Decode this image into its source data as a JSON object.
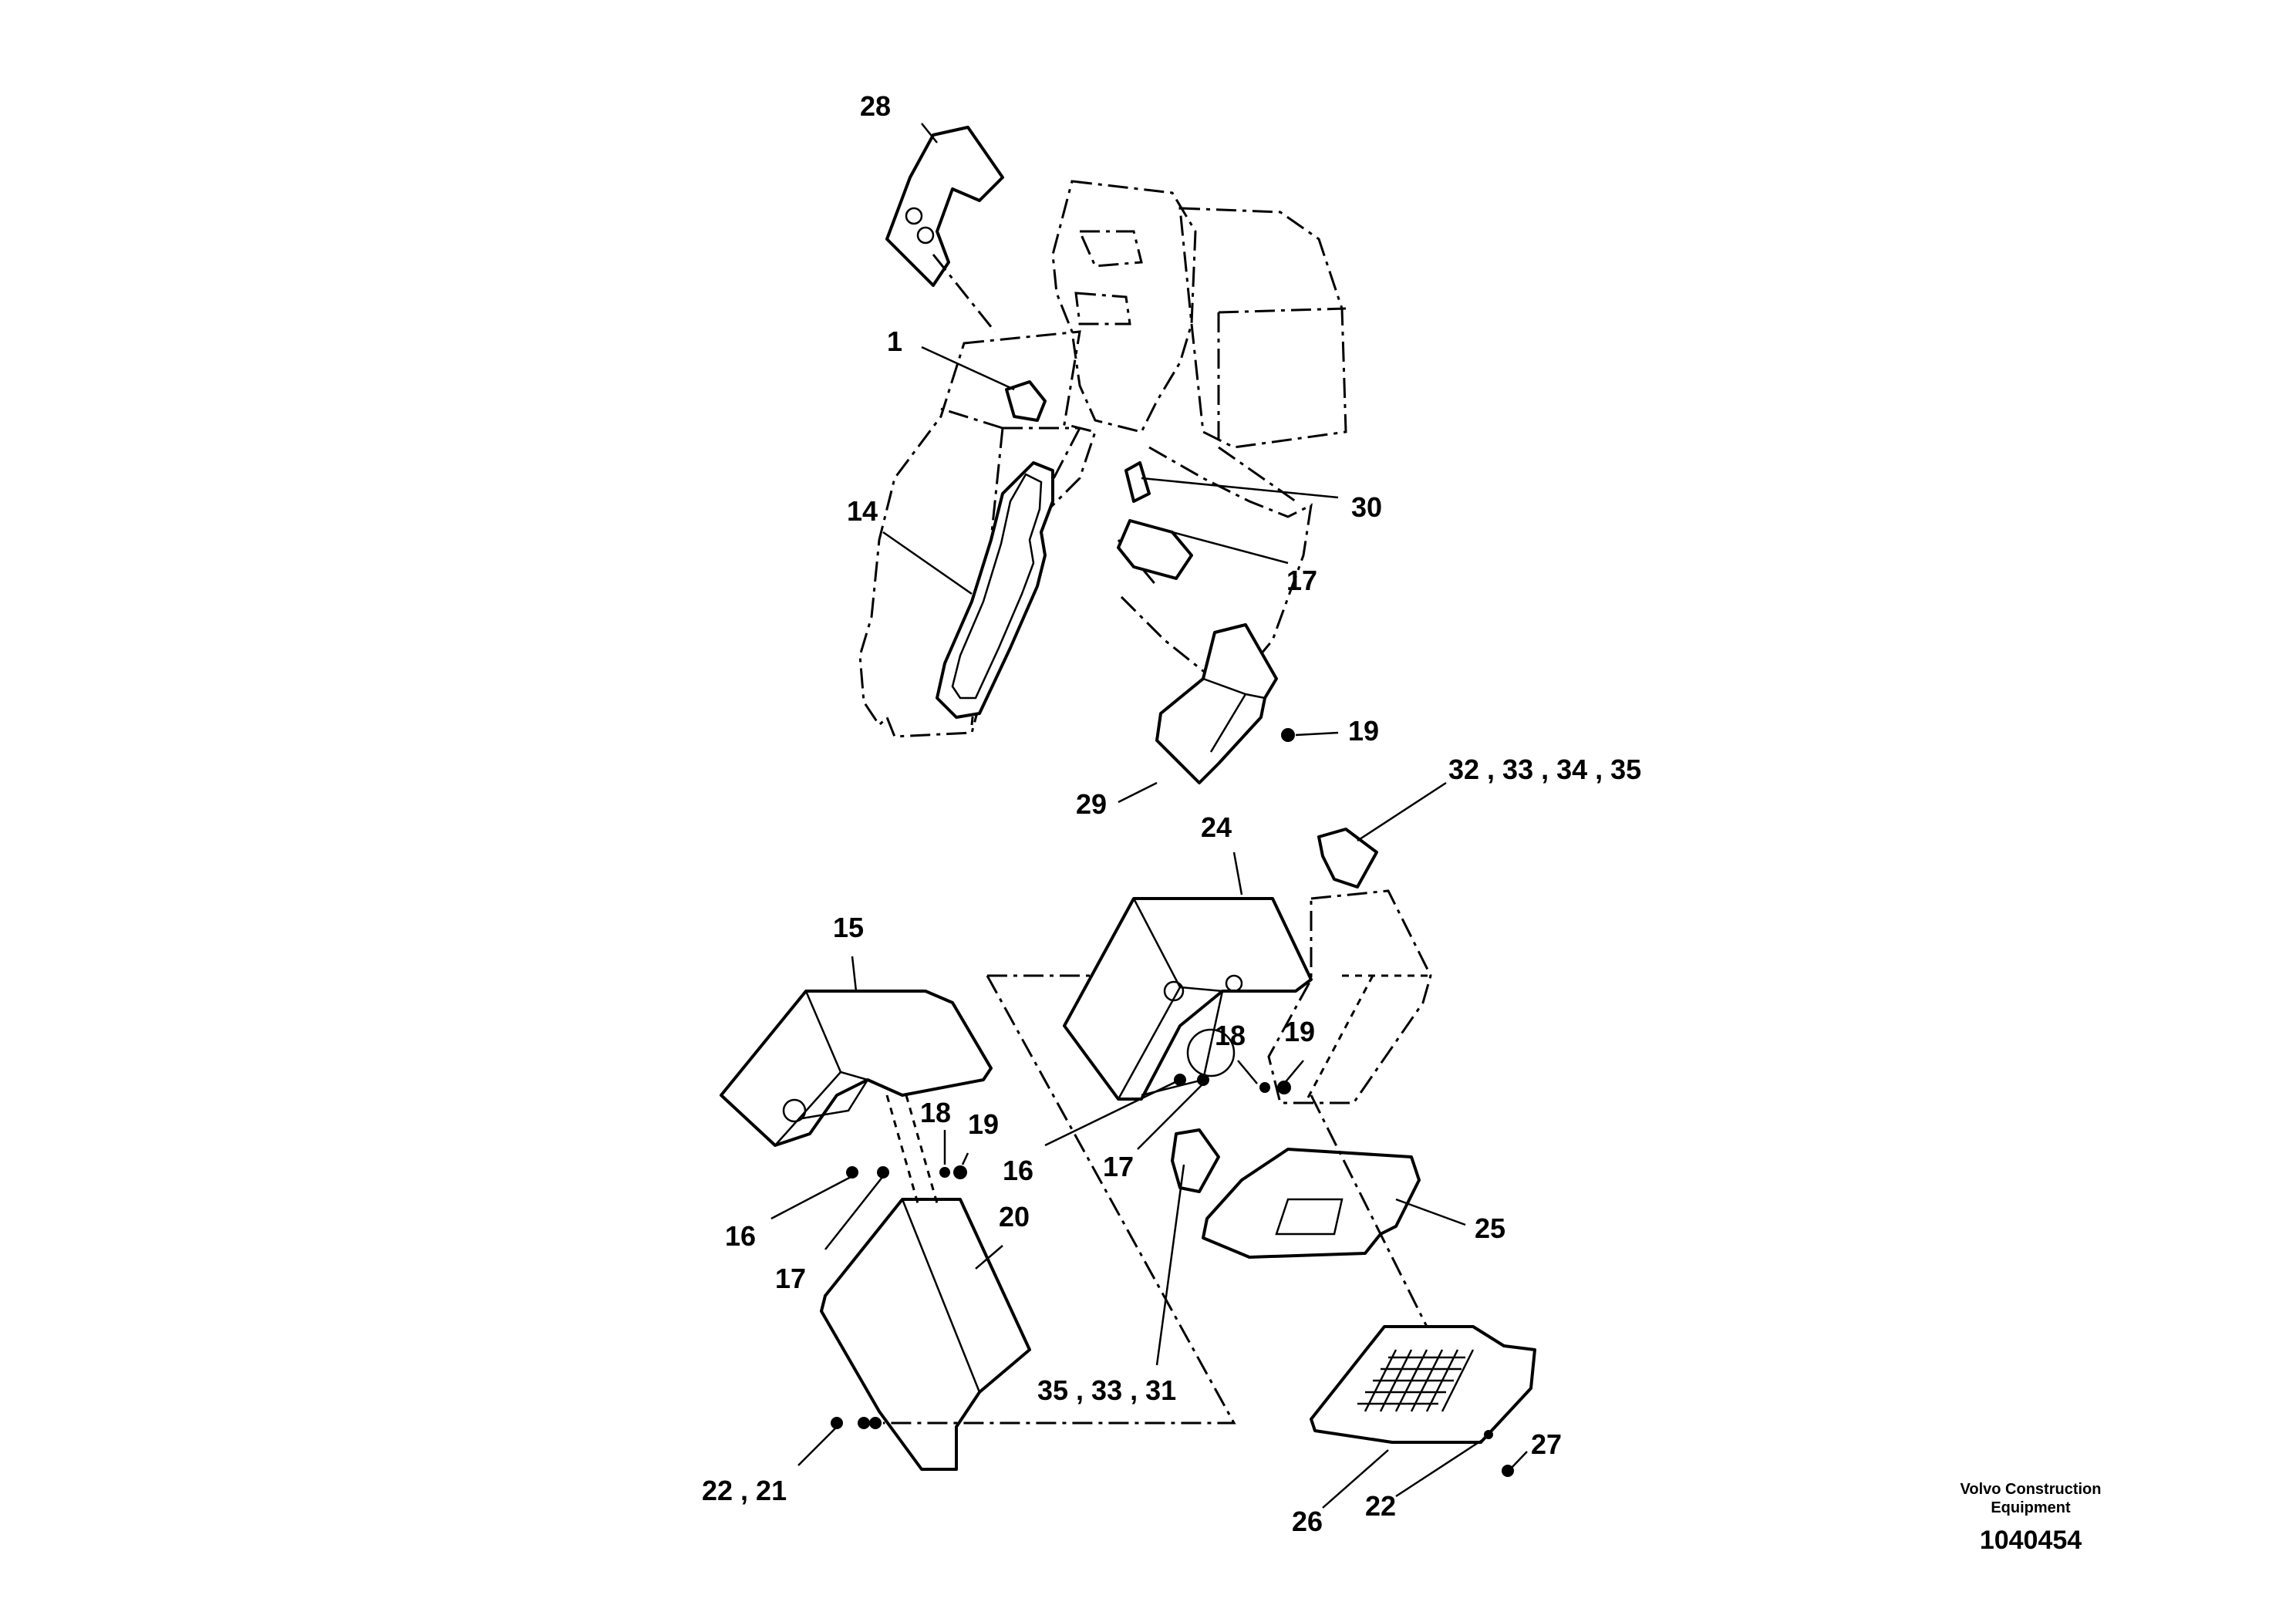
{
  "callouts": [
    {
      "id": "28",
      "text": "28"
    },
    {
      "id": "1",
      "text": "1"
    },
    {
      "id": "14",
      "text": "14"
    },
    {
      "id": "30",
      "text": "30"
    },
    {
      "id": "17a",
      "text": "17"
    },
    {
      "id": "19a",
      "text": "19"
    },
    {
      "id": "29",
      "text": "29"
    },
    {
      "id": "32-35",
      "text": "32 , 33 , 34 , 35"
    },
    {
      "id": "24",
      "text": "24"
    },
    {
      "id": "15",
      "text": "15"
    },
    {
      "id": "18a",
      "text": "18"
    },
    {
      "id": "19b",
      "text": "19"
    },
    {
      "id": "18b",
      "text": "18"
    },
    {
      "id": "19c",
      "text": "19"
    },
    {
      "id": "16a",
      "text": "16"
    },
    {
      "id": "17b",
      "text": "17"
    },
    {
      "id": "16b",
      "text": "16"
    },
    {
      "id": "17c",
      "text": "17"
    },
    {
      "id": "20",
      "text": "20"
    },
    {
      "id": "25",
      "text": "25"
    },
    {
      "id": "35-31",
      "text": "35 , 33 , 31"
    },
    {
      "id": "27",
      "text": "27"
    },
    {
      "id": "22-21",
      "text": "22 , 21"
    },
    {
      "id": "22",
      "text": "22"
    },
    {
      "id": "26",
      "text": "26"
    }
  ],
  "brand": {
    "line1": "Volvo Construction",
    "line2": "Equipment",
    "code": "1040454"
  }
}
